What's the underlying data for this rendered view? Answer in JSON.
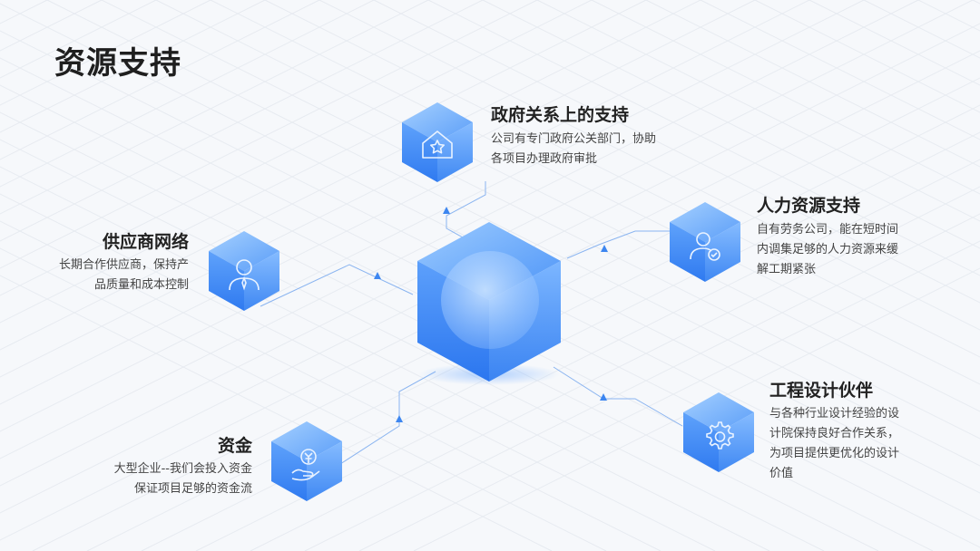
{
  "title": "资源支持",
  "nodes": [
    {
      "id": "government",
      "title": "政府关系上的支持",
      "lines": [
        "公司有专门政府公关部门，协助",
        "各项目办理政府审批"
      ],
      "icon": "house-star-icon"
    },
    {
      "id": "hr",
      "title": "人力资源支持",
      "lines": [
        "自有劳务公司，能在短时间",
        "内调集足够的人力资源来缓",
        "解工期紧张"
      ],
      "icon": "person-check-icon"
    },
    {
      "id": "supplier",
      "title": "供应商网络",
      "lines": [
        "长期合作供应商，保持产",
        "品质量和成本控制"
      ],
      "icon": "person-tie-icon"
    },
    {
      "id": "funding",
      "title": "资金",
      "lines": [
        "大型企业--我们会投入资金",
        "保证项目足够的资金流"
      ],
      "icon": "yen-hand-icon"
    },
    {
      "id": "engineering",
      "title": "工程设计伙伴",
      "lines": [
        "与各种行业设计经验的设",
        "计院保持良好合作关系，",
        "为项目提供更优化的设计",
        "价值"
      ],
      "icon": "gear-icon"
    }
  ],
  "colors": {
    "accent": "#2f7ff5",
    "accent_light": "#6fb0ff",
    "title": "#1f1f1f",
    "text": "#444444"
  }
}
